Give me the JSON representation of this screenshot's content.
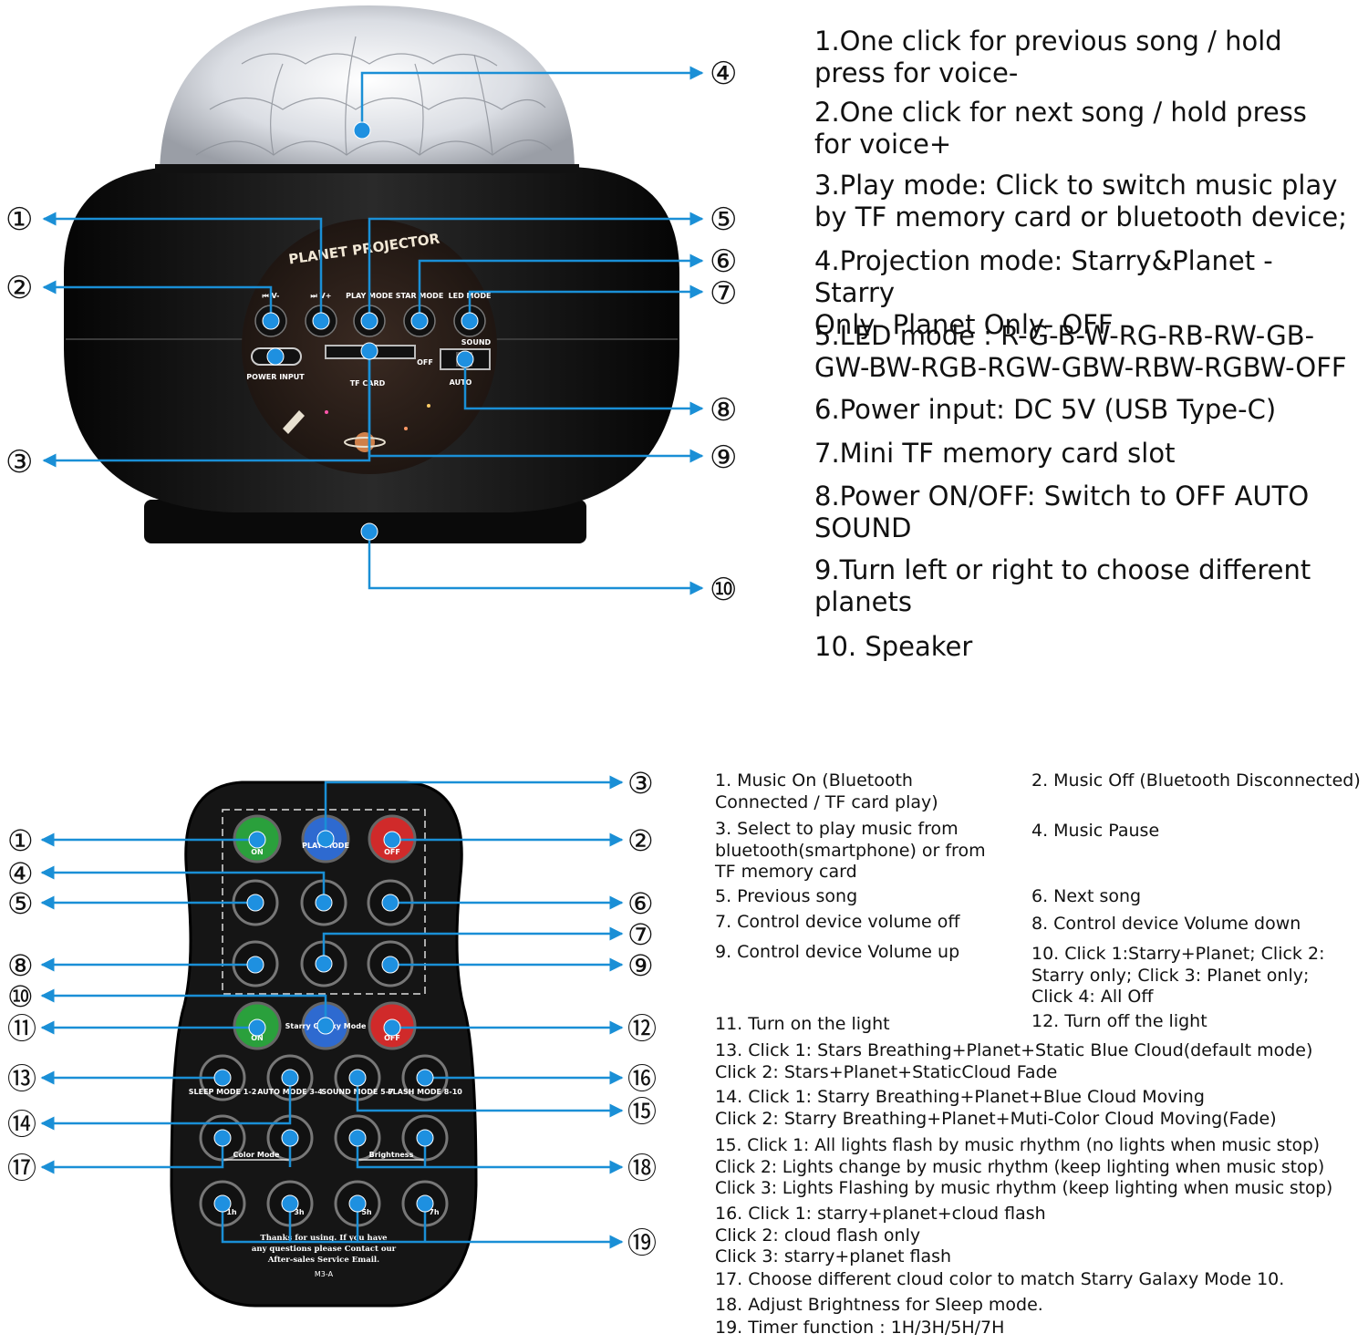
{
  "colors": {
    "callout_line": "#1a8fd6",
    "dot": "#1e90e0",
    "body": "#0e0e0e",
    "text": "#111111"
  },
  "callout_marks": [
    "①",
    "②",
    "③",
    "④",
    "⑤",
    "⑥",
    "⑦",
    "⑧",
    "⑨",
    "⑩",
    "⑪",
    "⑫",
    "⑬",
    "⑭",
    "⑮",
    "⑯",
    "⑰",
    "⑱",
    "⑲"
  ],
  "projector": {
    "panel_title": "PLANET PROJECTOR",
    "button_labels": [
      "⏮ V-",
      "⏭ V+",
      "PLAY MODE",
      "STAR MODE",
      "LED MODE"
    ],
    "power_input_label": "POWER INPUT",
    "tf_card_label": "TF CARD",
    "sound_label": "SOUND",
    "off_label": "OFF",
    "auto_label": "AUTO",
    "descriptions": [
      "1.One click for previous song / hold\npress for voice-",
      "2.One click for next song / hold press\nfor voice+",
      "3.Play mode: Click to switch music play\nby TF memory card or bluetooth device;",
      "4.Projection mode: Starry&Planet - Starry\nOnly- Planet Only- OFF",
      "5.LED mode : R-G-B-W-RG-RB-RW-GB-\nGW-BW-RGB-RGW-GBW-RBW-RGBW-OFF",
      "6.Power input: DC 5V (USB Type-C)",
      "7.Mini TF memory card slot",
      "8.Power ON/OFF: Switch to OFF AUTO\nSOUND",
      "9.Turn left or right to choose different\nplanets",
      "10. Speaker"
    ]
  },
  "remote": {
    "buttons": {
      "on1": "ON",
      "play_mode": "PLAY MODE",
      "off1": "OFF",
      "on2": "ON",
      "starry_galaxy": "Starry Galaxy Mode",
      "off2": "OFF",
      "sleep": "SLEEP MODE 1-2",
      "auto": "AUTO MODE 3-4",
      "sound": "SOUND MODE 5-7",
      "flash": "FLASH MODE 8-10",
      "color_mode": "Color Mode",
      "brightness": "Brightness",
      "timers": [
        "1h",
        "3h",
        "5h",
        "7h"
      ]
    },
    "footer_text": "Thanks for using. If you have\nany questions please Contact our\nAfter-sales Service Email.",
    "model": "M3-A",
    "descriptions_left": [
      "1. Music On (Bluetooth\nConnected / TF card play)",
      "3. Select to play music from\nbluetooth(smartphone) or from\nTF memory card",
      "5. Previous song",
      "7. Control device volume off",
      "9. Control device Volume up",
      "11. Turn on the light"
    ],
    "descriptions_right": [
      "2. Music Off (Bluetooth Disconnected)",
      "4. Music Pause",
      "6. Next song",
      "8. Control device Volume down",
      "10. Click 1:Starry+Planet; Click 2:\nStarry only; Click 3: Planet only;\nClick 4: All Off",
      "12. Turn off the light"
    ],
    "descriptions_full": [
      "13. Click 1: Stars Breathing+Planet+Static Blue Cloud(default mode)\nClick 2: Stars+Planet+StaticCloud Fade",
      "14. Click 1: Starry Breathing+Planet+Blue Cloud Moving\nClick 2: Starry Breathing+Planet+Muti-Color Cloud Moving(Fade)",
      "15. Click 1: All lights flash by music rhythm (no lights when music stop)\nClick 2: Lights change by music rhythm (keep lighting when music stop)\nClick 3: Lights Flashing by music rhythm (keep lighting when music stop)",
      "16. Click 1: starry+planet+cloud flash\nClick 2: cloud flash only\nClick 3: starry+planet flash",
      "17. Choose different cloud color to match Starry Galaxy Mode 10.",
      "18. Adjust Brightness for Sleep mode.",
      "19. Timer function : 1H/3H/5H/7H"
    ]
  }
}
